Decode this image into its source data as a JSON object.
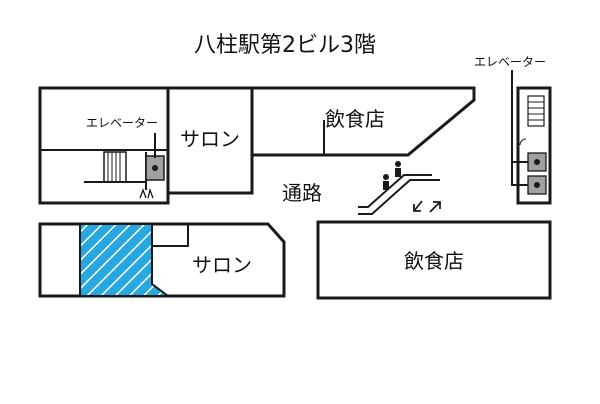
{
  "title": "八柱駅第2ビル3階",
  "rooms": {
    "salon_upper": "サロン",
    "salon_lower": "サロン",
    "restaurant_upper": "飲食店",
    "restaurant_lower": "飲食店"
  },
  "labels": {
    "corridor": "通路",
    "elevator_left": "エレベーター",
    "elevator_right": "エレベーター"
  },
  "colors": {
    "wall": "#1a1a1a",
    "highlight": "#29a8e0",
    "elevator_fill": "#a0a0a0"
  },
  "icons": {
    "escalator": "escalator-icon",
    "arrows": "up-down-arrows-icon",
    "toilet": "restroom-icon"
  }
}
